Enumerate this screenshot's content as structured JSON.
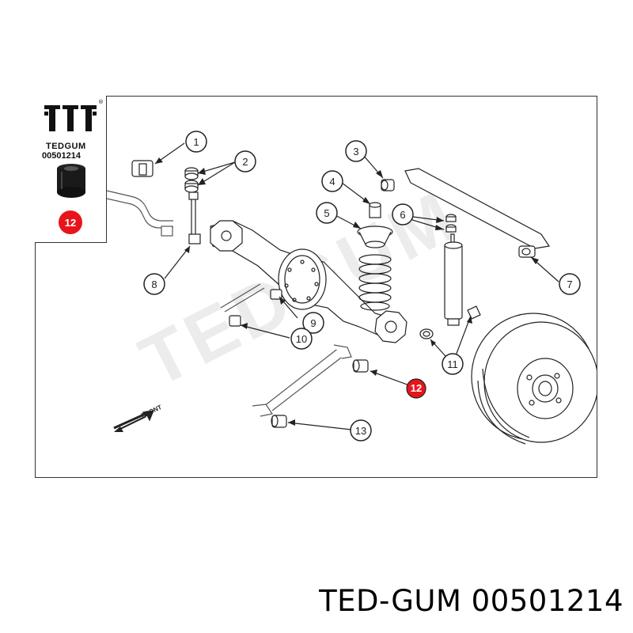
{
  "logo": {
    "brand_name": "TEDGUM",
    "registered_mark": "®"
  },
  "info_box": {
    "part_number": "00501214",
    "highlight_badge": "12"
  },
  "diagram": {
    "callouts": [
      "1",
      "2",
      "3",
      "4",
      "5",
      "6",
      "7",
      "8",
      "9",
      "10",
      "11",
      "12",
      "13"
    ],
    "highlighted_callout": "12",
    "front_label": "FRONT",
    "watermark": "TEDGUM",
    "colors": {
      "highlight": "#e8141b",
      "line": "#222222",
      "watermark": "#e9e9e9"
    }
  },
  "caption": "TED-GUM 00501214"
}
